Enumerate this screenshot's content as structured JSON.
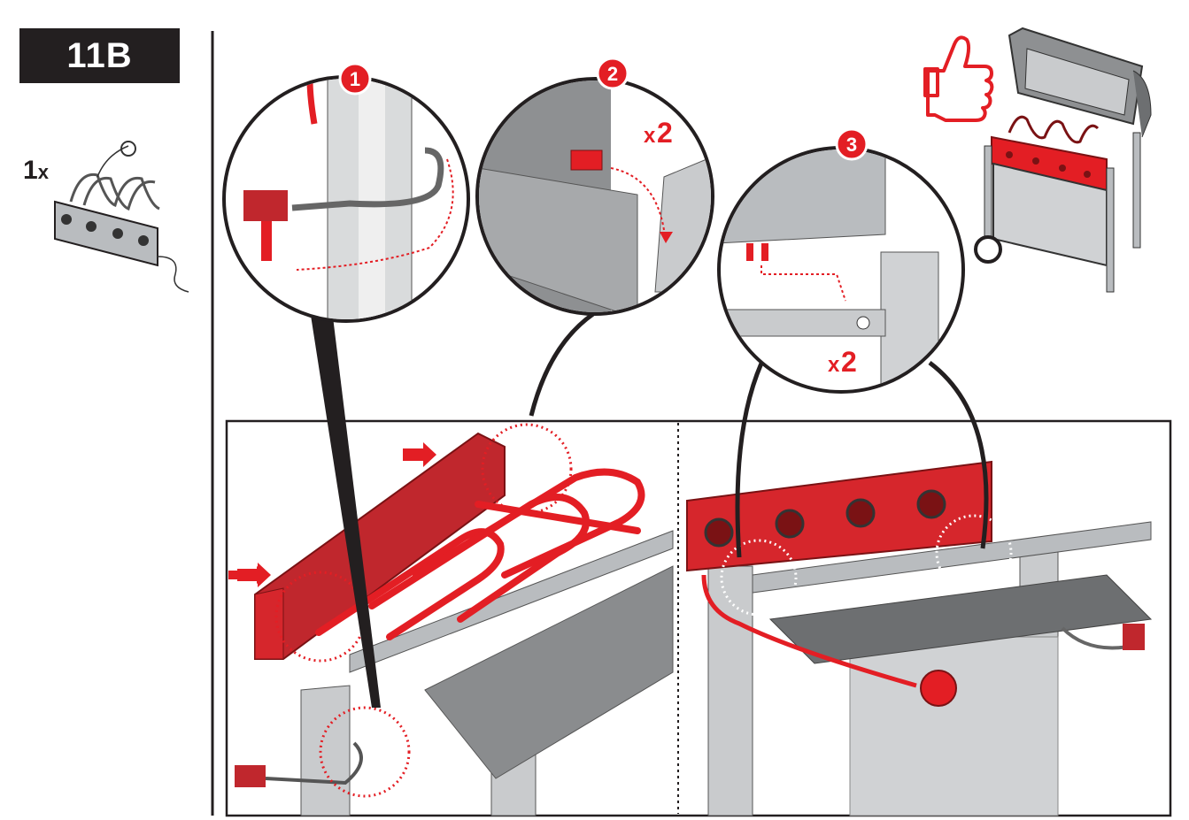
{
  "step": {
    "label": "11B"
  },
  "parts": {
    "quantity": "1",
    "multiplier": "x"
  },
  "callouts": [
    {
      "number": "1"
    },
    {
      "number": "2",
      "count_prefix": "x",
      "count": "2"
    },
    {
      "number": "3",
      "count_prefix": "x",
      "count": "2"
    }
  ],
  "colors": {
    "accent": "#e31e24",
    "dark": "#231f20",
    "metal": "#b9bcbf",
    "metal_dark": "#6d6f71"
  }
}
